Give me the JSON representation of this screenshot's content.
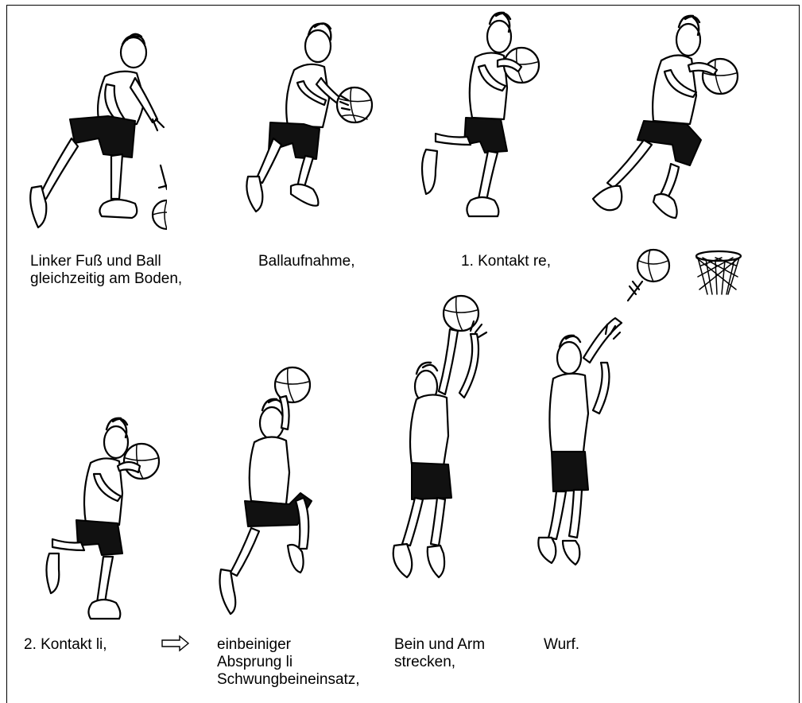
{
  "captions": {
    "c1": "Linker Fuß und Ball\ngleichzeitig am Boden,",
    "c2": "Ballaufnahme,",
    "c3": "1. Kontakt re,",
    "c4": "2. Kontakt li,",
    "c5": "einbeiniger\nAbsprung li\nSchwungbeineinsatz,",
    "c6": "Bein und Arm\nstrecken,",
    "c7": "Wurf."
  },
  "icons": [
    "basketball-player-figure",
    "basketball-icon",
    "basketball-hoop-icon",
    "arrow-right-icon"
  ]
}
